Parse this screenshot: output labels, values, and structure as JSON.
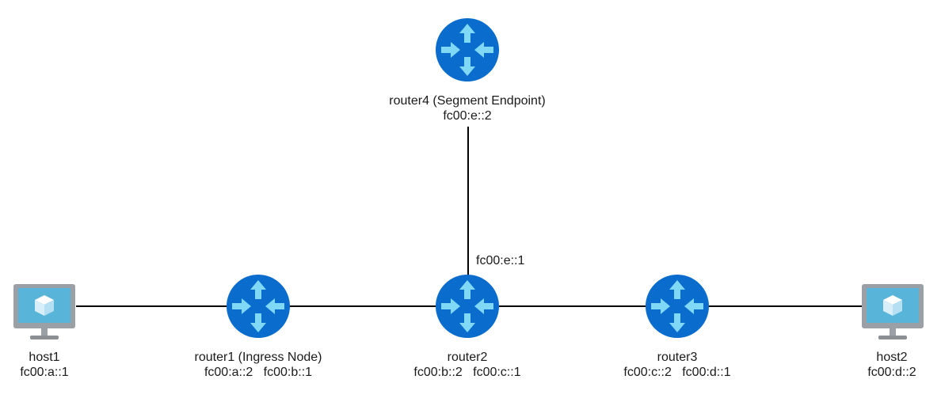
{
  "colors": {
    "router_fill": "#0a6ccd",
    "router_arrow": "#7fd8f5",
    "monitor_frame": "#9aa0a6",
    "monitor_screen": "#59b4d9",
    "link": "#000000"
  },
  "nodes": {
    "router4": {
      "name": "router4 (Segment Endpoint)",
      "addr": "fc00:e::2",
      "icon": "router-icon"
    },
    "host1": {
      "name": "host1",
      "addr": "fc00:a::1",
      "icon": "monitor-icon"
    },
    "router1": {
      "name": "router1 (Ingress Node)",
      "addr": "fc00:a::2   fc00:b::1",
      "icon": "router-icon"
    },
    "router2": {
      "name": "router2",
      "addr": "fc00:b::2   fc00:c::1",
      "addr_up": "fc00:e::1",
      "icon": "router-icon"
    },
    "router3": {
      "name": "router3",
      "addr": "fc00:c::2   fc00:d::1",
      "icon": "router-icon"
    },
    "host2": {
      "name": "host2",
      "addr": "fc00:d::2",
      "icon": "monitor-icon"
    }
  }
}
